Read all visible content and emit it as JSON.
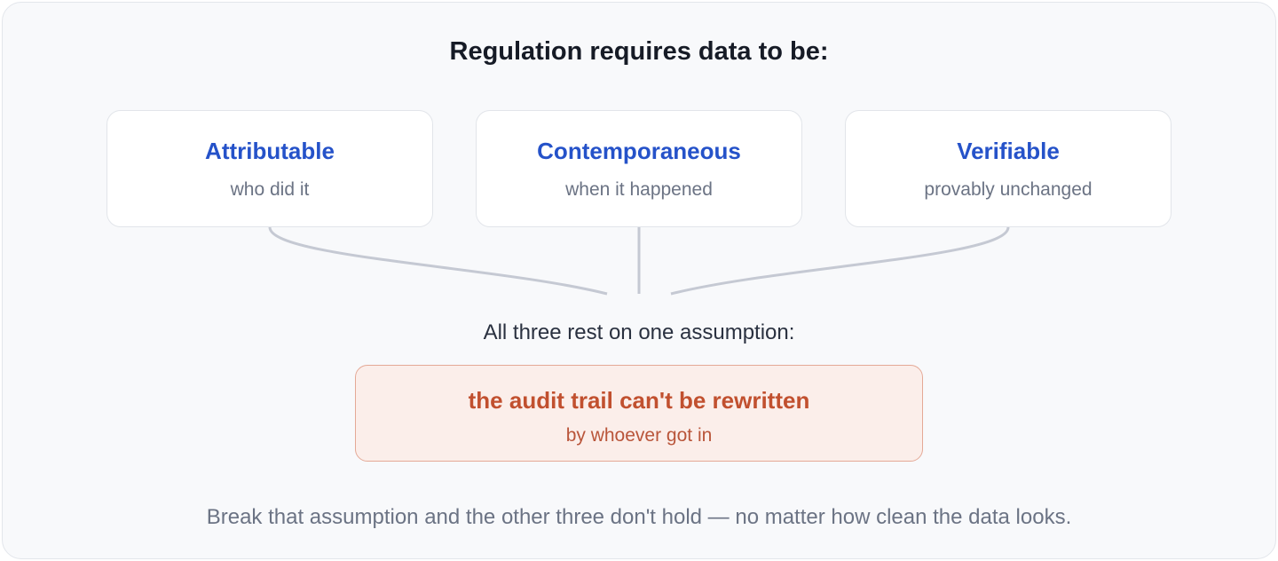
{
  "heading": "Regulation requires data to be:",
  "requirements": [
    {
      "title": "Attributable",
      "subtitle": "who did it"
    },
    {
      "title": "Contemporaneous",
      "subtitle": "when it happened"
    },
    {
      "title": "Verifiable",
      "subtitle": "provably unchanged"
    }
  ],
  "assumption_intro": "All three rest on one assumption:",
  "assumption": {
    "title": "the audit trail can't be rewritten",
    "subtitle": "by whoever got in"
  },
  "footer": "Break that assumption and the other three don't hold — no matter how clean the data looks.",
  "colors": {
    "requirement_title": "#2552c9",
    "assumption_title": "#c1502f",
    "assumption_background": "#fbeeea",
    "connector": "#c5c9d3"
  }
}
